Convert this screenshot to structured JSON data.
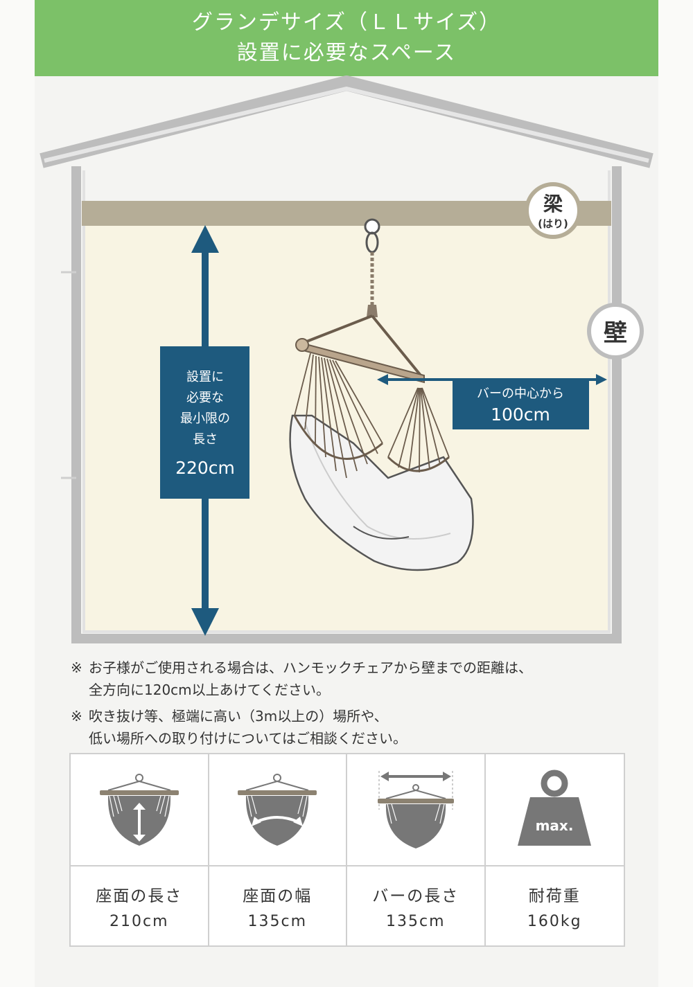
{
  "header": {
    "title_line1": "グランデサイズ（ＬＬサイズ）",
    "title_line2": "設置に必要なスペース"
  },
  "diagram": {
    "beam_label": "梁",
    "beam_reading": "(はり)",
    "wall_label": "壁",
    "height_box": {
      "line1": "設置に",
      "line2": "必要な",
      "line3": "最小限の",
      "line4": "長さ",
      "value": "220cm"
    },
    "width_box": {
      "line1": "バーの中心から",
      "value": "100cm"
    }
  },
  "notes": [
    {
      "mark": "※",
      "line1": "お子様がご使用される場合は、ハンモックチェアから壁までの距離は、",
      "line2": "全方向に120cm以上あけてください。"
    },
    {
      "mark": "※",
      "line1": "吹き抜け等、極端に高い（3m以上の）場所や、",
      "line2": "低い場所への取り付けについてはご相談ください。"
    }
  ],
  "specs": [
    {
      "icon": "seat-length-icon",
      "label": "座面の長さ",
      "value": "210cm"
    },
    {
      "icon": "seat-width-icon",
      "label": "座面の幅",
      "value": "135cm"
    },
    {
      "icon": "bar-length-icon",
      "label": "バーの長さ",
      "value": "135cm"
    },
    {
      "icon": "weight-icon",
      "label": "耐荷重",
      "value": "160kg",
      "icon_text": "max."
    }
  ],
  "colors": {
    "header_green": "#7cc168",
    "navy": "#1e5a7e",
    "beam": "#b5ad97",
    "room": "#f8f4e3",
    "frame": "#bdbdbd"
  }
}
